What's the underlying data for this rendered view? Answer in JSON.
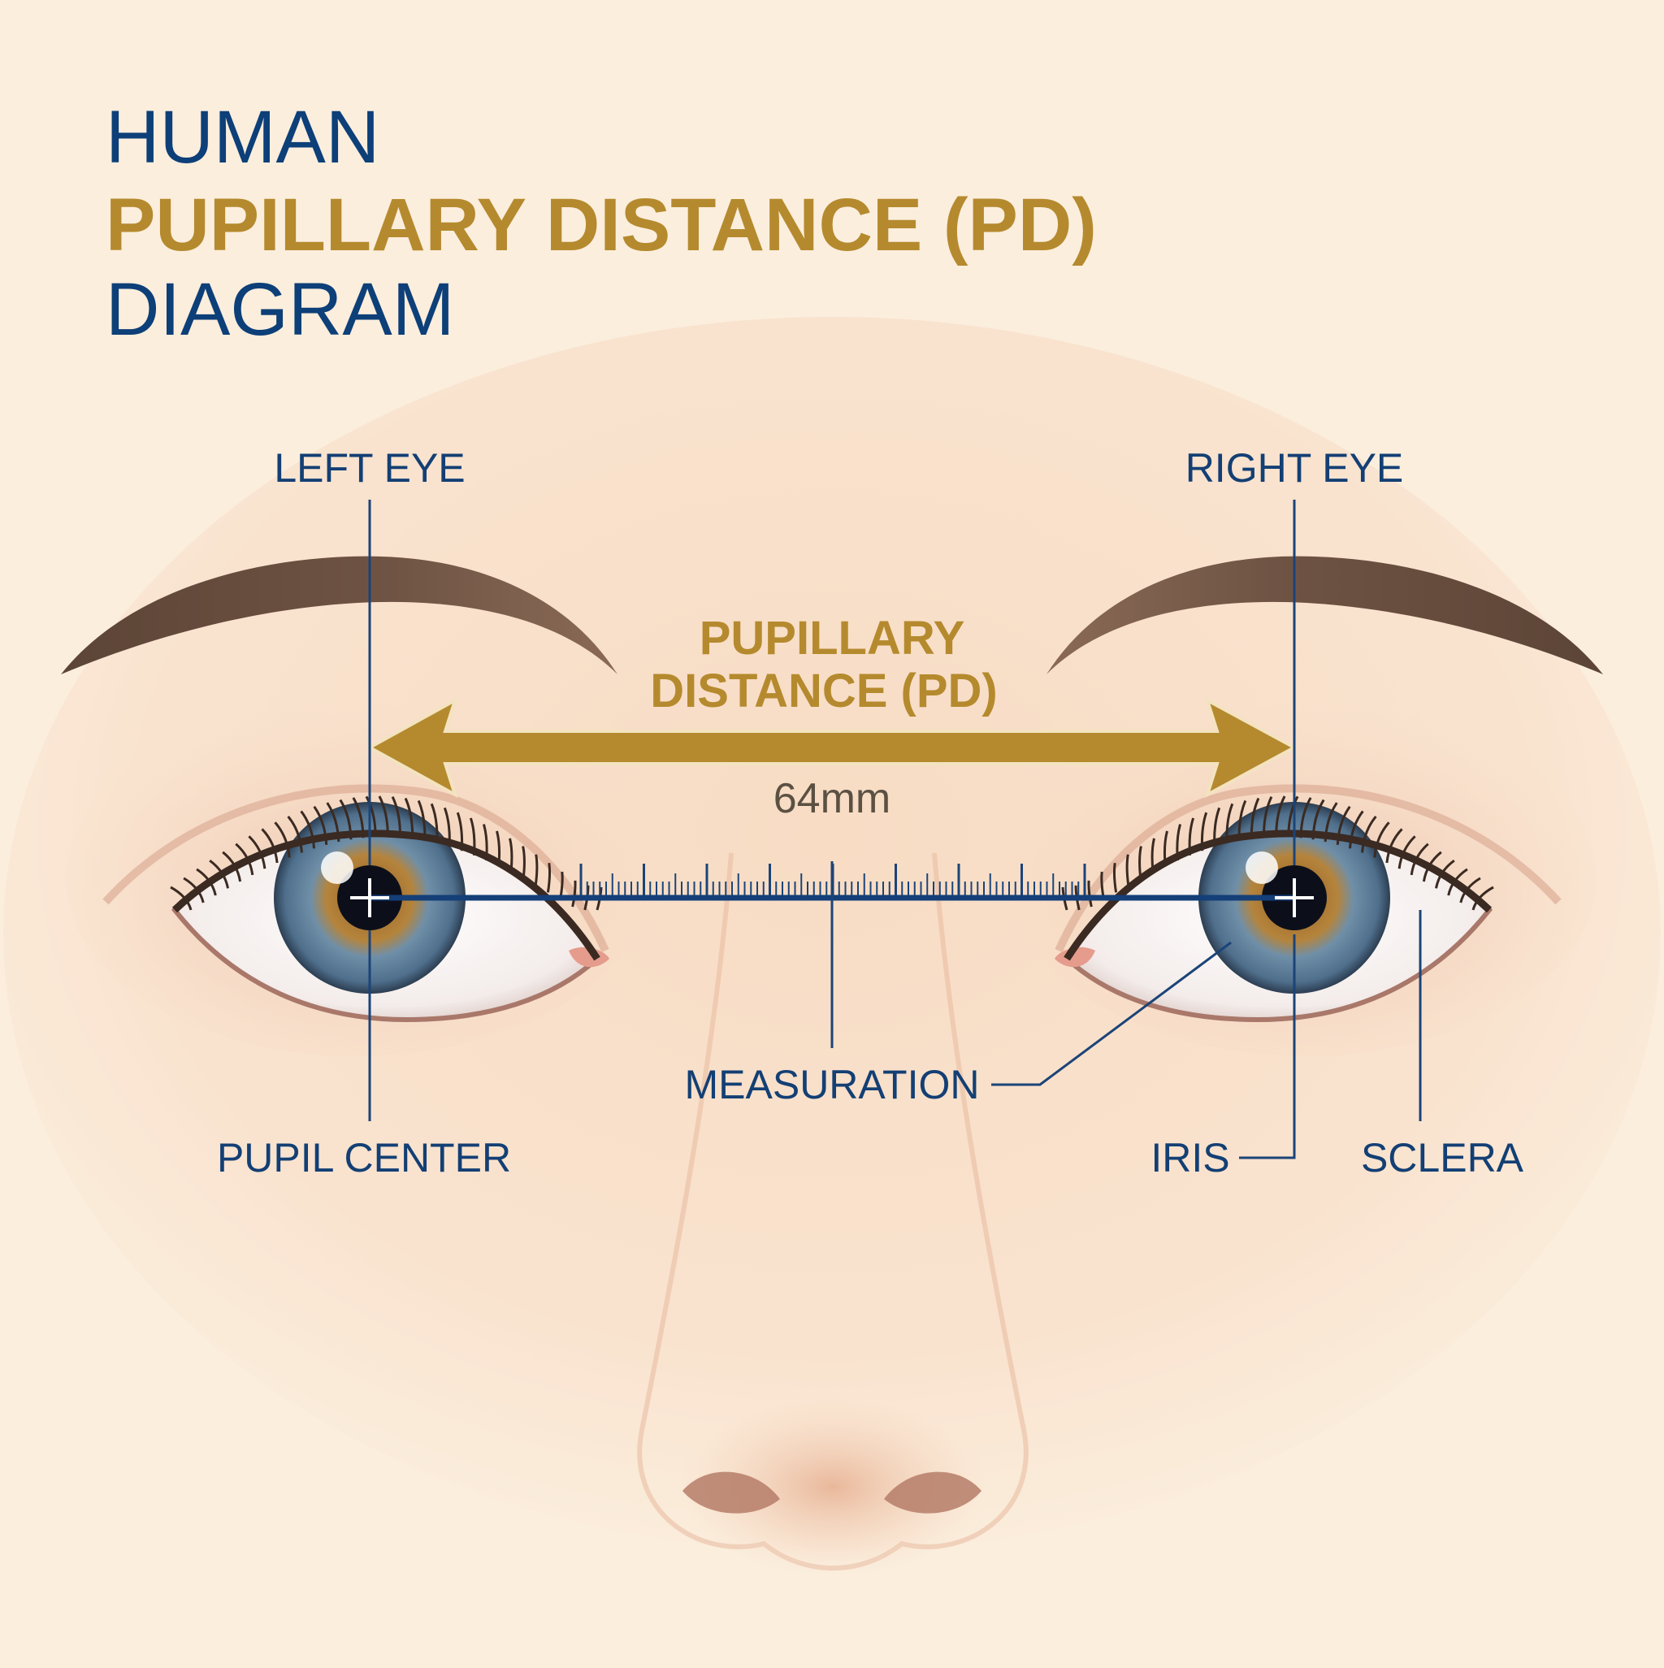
{
  "title": {
    "line1": "HUMAN",
    "line2": "PUPILLARY DISTANCE (PD)",
    "line3": "DIAGRAM"
  },
  "pd_label": {
    "line1": "PUPILLARY",
    "line2": "DISTANCE (PD)",
    "value": "64mm"
  },
  "labels": {
    "left_eye": "LEFT EYE",
    "right_eye": "RIGHT EYE",
    "pupil_center": "PUPIL CENTER",
    "measuration": "MEASURATION",
    "iris": "IRIS",
    "sclera": "SCLERA"
  },
  "colors": {
    "background": "#fbeedd",
    "title_blue": "#0d3f78",
    "accent_gold": "#b58a2e",
    "measure_line": "#143f78",
    "skin": "#f7dcc4",
    "iris_blue": "#5f7f9c",
    "iris_amber": "#b5843c"
  }
}
